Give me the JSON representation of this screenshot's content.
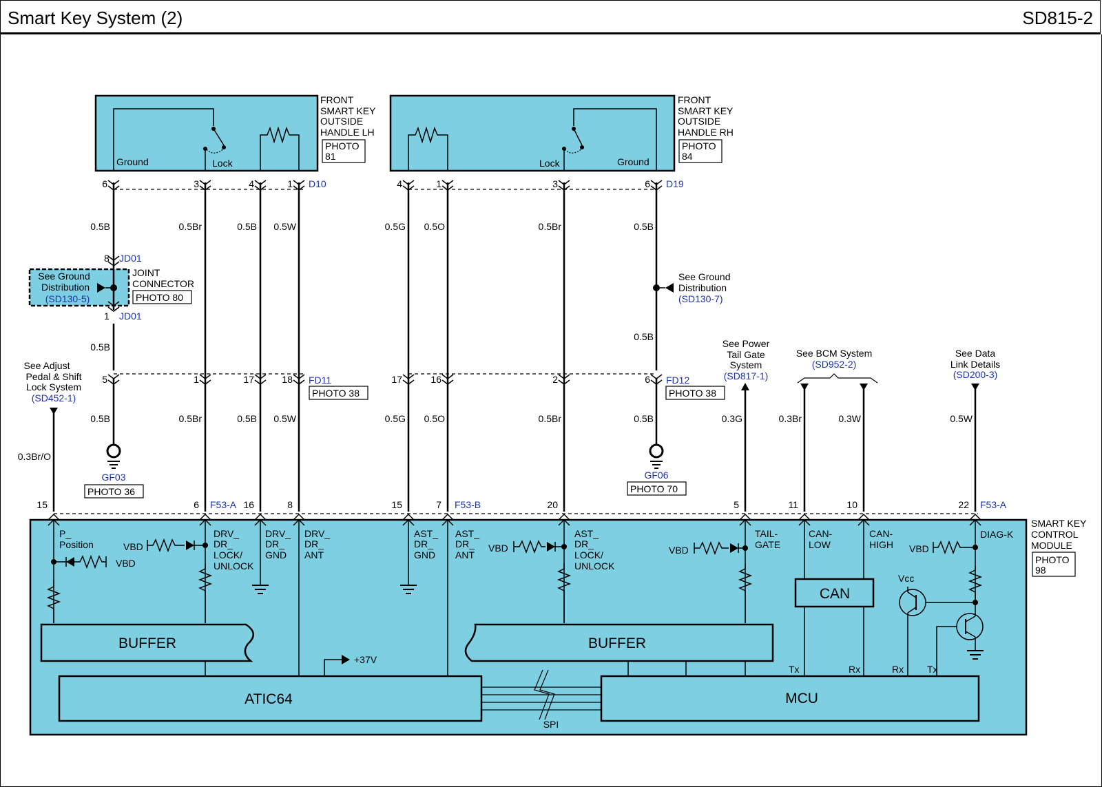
{
  "header": {
    "title": "Smart Key System (2)",
    "code": "SD815-2"
  },
  "colors": {
    "module_fill": "#7fcfe3",
    "ref_text": "#1a34b0",
    "line": "#000000"
  },
  "components": {
    "handle_lh": {
      "name": [
        "FRONT",
        "SMART KEY",
        "OUTSIDE",
        "HANDLE LH"
      ],
      "photo": [
        "PHOTO",
        "81"
      ],
      "ground": "Ground",
      "lock": "Lock",
      "connector": "D10"
    },
    "handle_rh": {
      "name": [
        "FRONT",
        "SMART KEY",
        "OUTSIDE",
        "HANDLE RH"
      ],
      "photo": [
        "PHOTO",
        "84"
      ],
      "ground": "Ground",
      "lock": "Lock",
      "connector": "D19"
    },
    "joint": {
      "name": [
        "JOINT",
        "CONNECTOR"
      ],
      "photo": "PHOTO 80",
      "conn": "JD01",
      "pin_top": "8",
      "pin_bottom": "1",
      "ref": [
        "See Ground",
        "Distribution"
      ],
      "ref_code": "(SD130-5)"
    },
    "ground_ref_rh": {
      "text": [
        "See Ground",
        "Distribution"
      ],
      "code": "(SD130-7)"
    },
    "fd11": {
      "name": "FD11",
      "photo": "PHOTO 38"
    },
    "fd12": {
      "name": "FD12",
      "photo": "PHOTO 38"
    },
    "gf03": {
      "name": "GF03",
      "photo": "PHOTO 36"
    },
    "gf06": {
      "name": "GF06",
      "photo": "PHOTO 70"
    },
    "module": {
      "name": [
        "SMART KEY",
        "CONTROL",
        "MODULE"
      ],
      "photo": [
        "PHOTO",
        "98"
      ],
      "conn_a": "F53-A",
      "conn_b": "F53-B",
      "conn_a2": "F53-A"
    },
    "blocks": {
      "buffer": "BUFFER",
      "atic": "ATIC64",
      "mcu": "MCU",
      "can": "CAN",
      "spi": "SPI",
      "v37": "+37V",
      "vcc": "Vcc",
      "tx": "Tx",
      "rx": "Rx",
      "vbd": "VBD"
    }
  },
  "refs": {
    "adjust_pedal": {
      "text": [
        "See Adjust",
        "Pedal & Shift",
        "Lock System"
      ],
      "code": "(SD452-1)"
    },
    "power_tailgate": {
      "text": [
        "See Power",
        "Tail Gate",
        "System"
      ],
      "code": "(SD817-1)"
    },
    "bcm": {
      "text": [
        "See BCM System"
      ],
      "code": "(SD952-2)"
    },
    "data_link": {
      "text": [
        "See Data",
        "Link Details"
      ],
      "code": "(SD200-3)"
    }
  },
  "pins": {
    "d10": [
      "6",
      "3",
      "4",
      "1"
    ],
    "d19": [
      "4",
      "1",
      "3",
      "6"
    ],
    "fd11": [
      "5",
      "1",
      "17",
      "18"
    ],
    "fd12": [
      "17",
      "16",
      "2",
      "6"
    ],
    "module": [
      "15",
      "6",
      "16",
      "8",
      "15",
      "7",
      "20",
      "5",
      "11",
      "10",
      "22"
    ]
  },
  "wires": {
    "upper": [
      "0.5B",
      "0.5Br",
      "0.5B",
      "0.5W",
      "0.5G",
      "0.5O",
      "0.5Br",
      "0.5B"
    ],
    "jd_lower": "0.5B",
    "gnd_rh_lower": "0.5B",
    "lower": [
      "0.5B",
      "0.5Br",
      "0.5B",
      "0.5W",
      "0.5G",
      "0.5O",
      "0.5Br",
      "0.5B"
    ],
    "pedal": "0.3Br/O",
    "tailgate": "0.3G",
    "can_low": "0.3Br",
    "can_high": "0.3W",
    "diag": "0.5W"
  },
  "terminals": [
    [
      "P_",
      "Position"
    ],
    [
      "DRV_",
      "DR_",
      "LOCK/",
      "UNLOCK"
    ],
    [
      "DRV_",
      "DR_",
      "GND"
    ],
    [
      "DRV_",
      "DR_",
      "ANT"
    ],
    [
      "AST_",
      "DR_",
      "GND"
    ],
    [
      "AST_",
      "DR_",
      "ANT"
    ],
    [
      "AST_",
      "DR_",
      "LOCK/",
      "UNLOCK"
    ],
    [
      "TAIL-",
      "GATE"
    ],
    [
      "CAN-",
      "LOW"
    ],
    [
      "CAN-",
      "HIGH"
    ],
    [
      "DIAG-K"
    ]
  ]
}
